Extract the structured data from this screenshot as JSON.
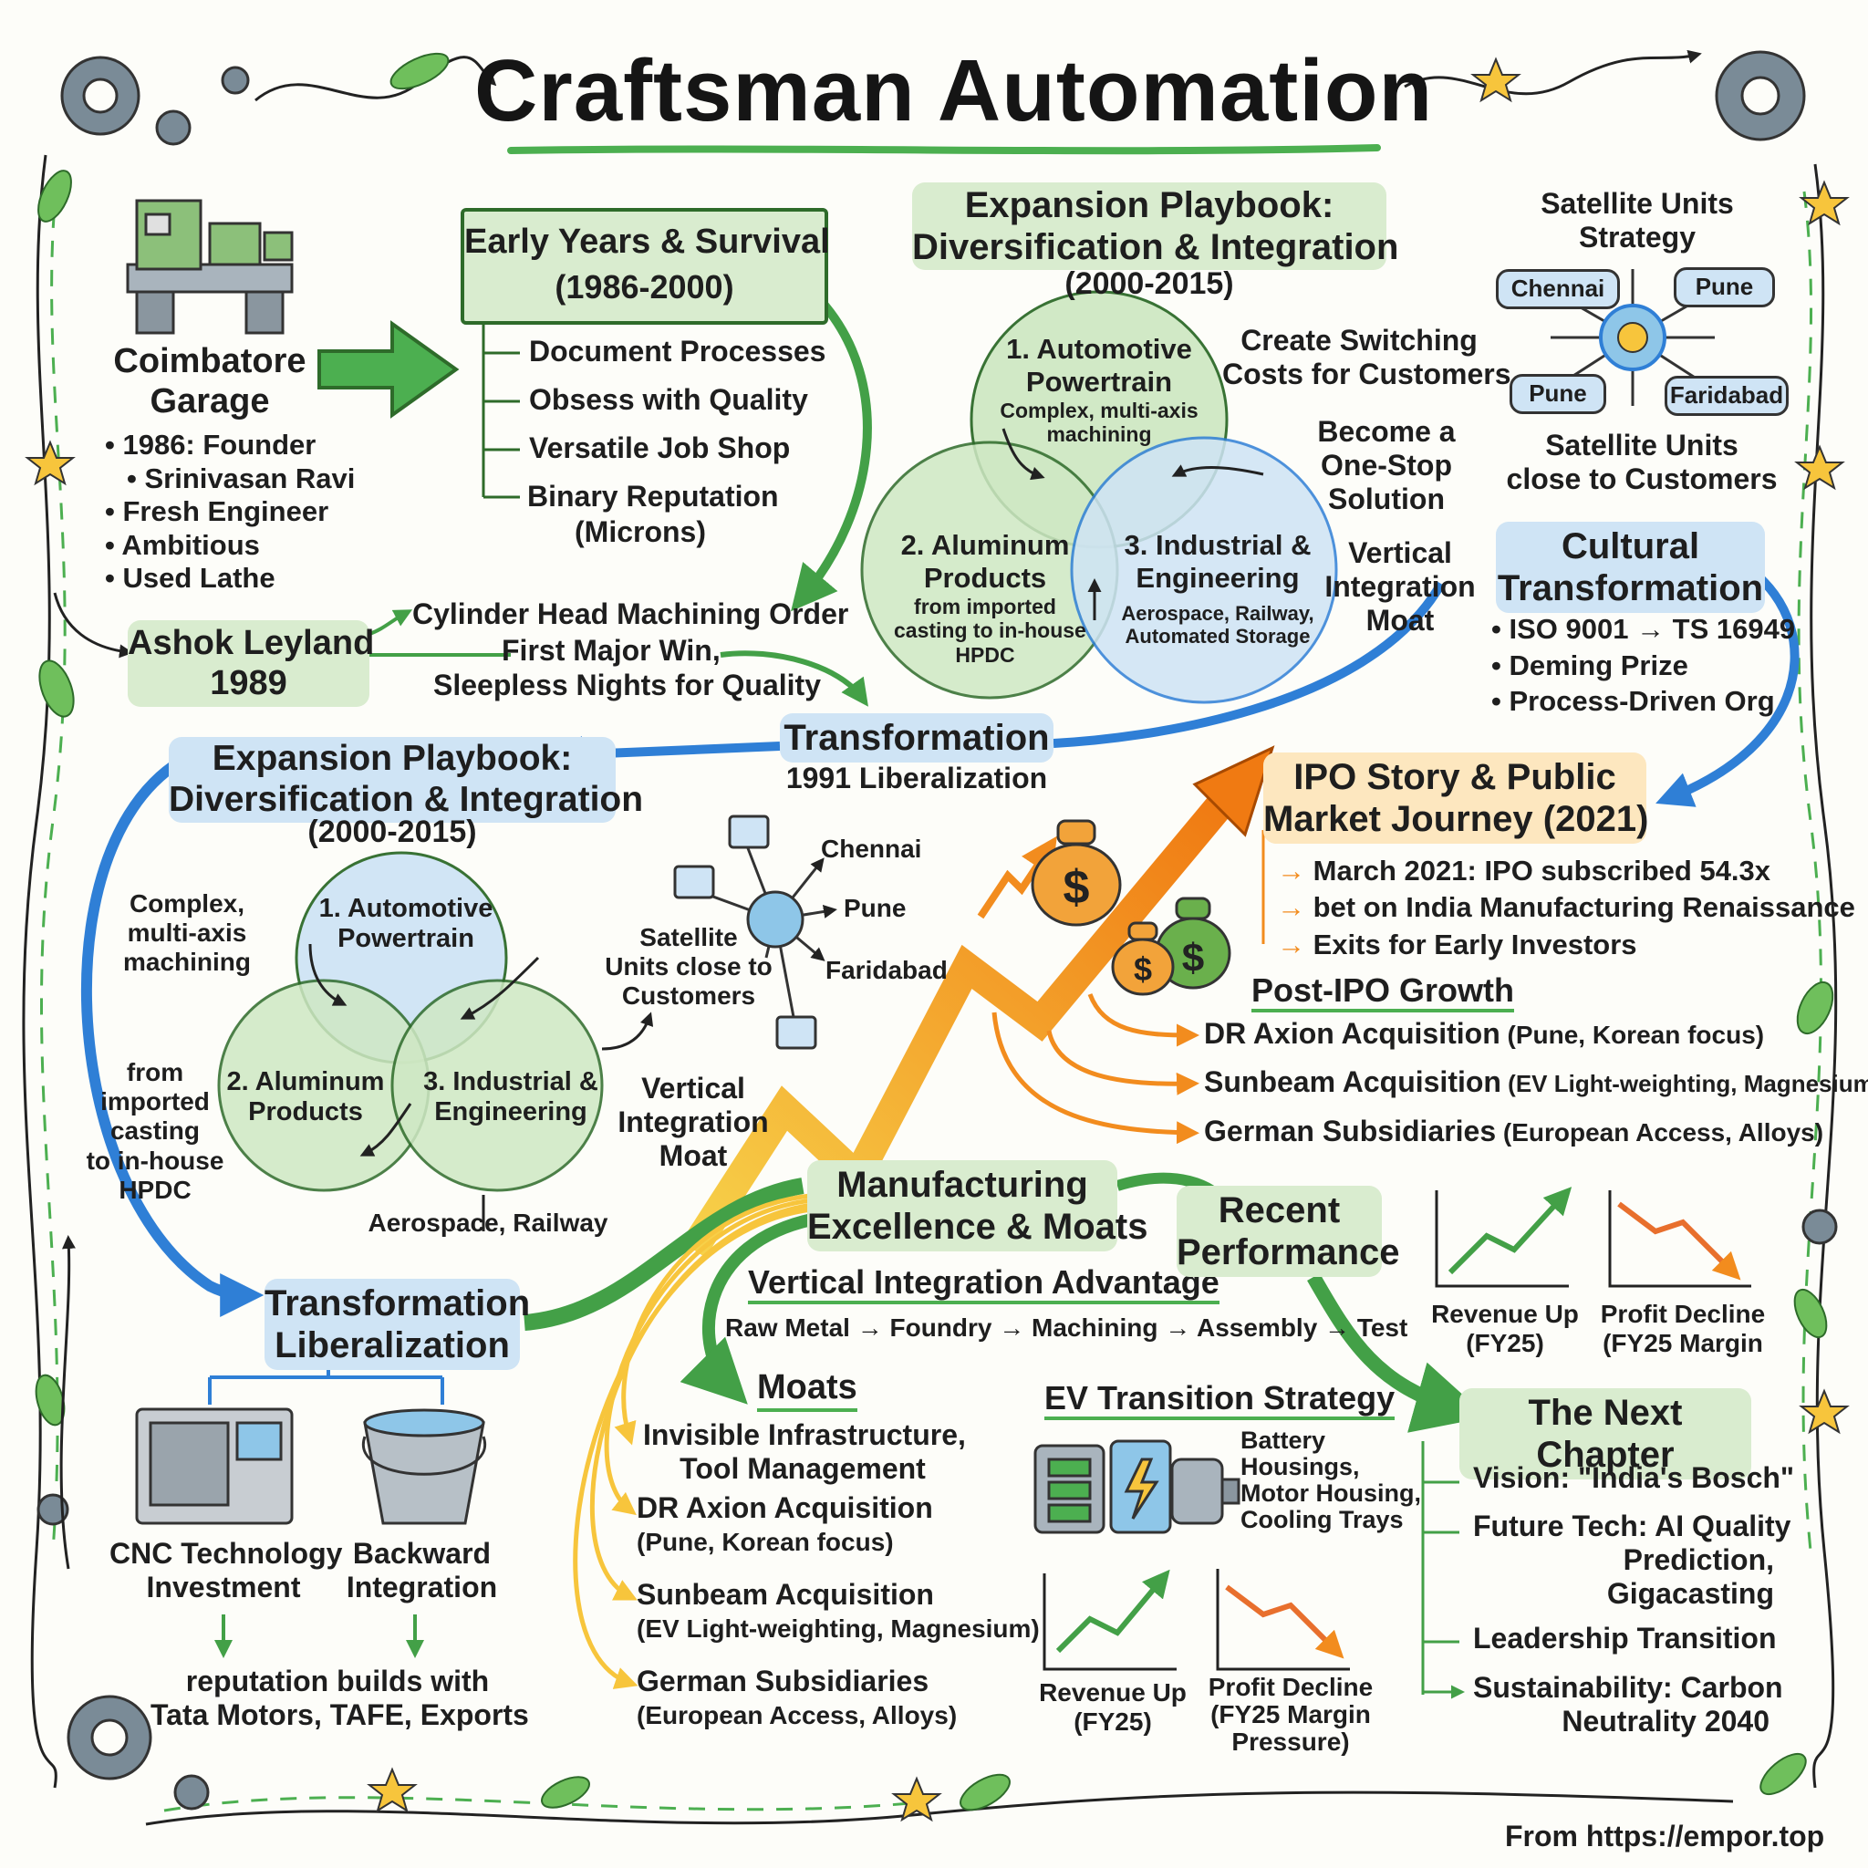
{
  "title": "Craftsman Automation",
  "footer": "From https://empor.top",
  "origin": {
    "heading": "Coimbatore\nGarage",
    "bullets": [
      "1986: Founder",
      "Srinivasan Ravi",
      "Fresh Engineer",
      "Ambitious",
      "Used Lathe"
    ]
  },
  "early_years": {
    "title": "Early Years & Survival",
    "years": "(1986-2000)",
    "items": [
      "Document Processes",
      "Obsess with Quality",
      "Versatile Job Shop",
      "Binary Reputation",
      "(Microns)"
    ]
  },
  "ashok": {
    "label": "Ashok Leyland\n1989",
    "order": "Cylinder Head Machining Order",
    "win": "First Major Win,",
    "nights": "Sleepless Nights for Quality"
  },
  "expansion_top": {
    "title": "Expansion Playbook:\nDiversification & Integration",
    "years": "(2000-2015)",
    "circle1_title": "1. Automotive\nPowertrain",
    "circle1_sub": "Complex, multi-axis\nmachining",
    "circle2_title": "2. Aluminum\nProducts",
    "circle2_sub": "from imported\ncasting to in-house\nHPDC",
    "circle3_title": "3. Industrial &\nEngineering",
    "circle3_sub": "Aerospace, Railway,\nAutomated Storage",
    "switching": "Create Switching\nCosts for Customers",
    "one_stop": "Become a\nOne-Stop\nSolution",
    "moat": "Vertical\nIntegration\nMoat"
  },
  "satellite_top": {
    "title": "Satellite Units\nStrategy",
    "nodes": [
      "Chennai",
      "Pune",
      "Pune",
      "Faridabad"
    ],
    "caption": "Satellite Units\nclose to Customers"
  },
  "cultural": {
    "title": "Cultural\nTransformation",
    "bullets": [
      "ISO 9001 → TS 16949",
      "Deming Prize",
      "Process-Driven Org"
    ]
  },
  "transformation_mid": {
    "title": "Transformation",
    "sub": "1991 Liberalization"
  },
  "expansion_mid": {
    "title": "Expansion Playbook:\nDiversification & Integration",
    "years": "(2000-2015)",
    "circle1": "1. Automotive\nPowertrain",
    "circle2": "2. Aluminum\nProducts",
    "circle3": "3. Industrial &\nEngineering",
    "complex": "Complex,\nmulti-axis\nmachining",
    "from": "from\nimported\ncasting\nto in-house\nHPDC",
    "aero": "Aerospace, Railway",
    "moat": "Vertical\nIntegration\nMoat"
  },
  "satellite_mid": {
    "caption": "Satellite\nUnits close to\nCustomers",
    "chennai": "Chennai",
    "pune": "Pune",
    "faridabad": "Faridabad"
  },
  "ipo": {
    "title": "IPO Story & Public\nMarket Journey (2021)",
    "items": [
      "March 2021: IPO subscribed 54.3x",
      "bet on India Manufacturing Renaissance",
      "Exits for Early Investors"
    ]
  },
  "post_ipo": {
    "title": "Post-IPO Growth",
    "items": [
      {
        "main": "DR Axion Acquisition",
        "sub": " (Pune, Korean focus)"
      },
      {
        "main": "Sunbeam Acquisition",
        "sub": " (EV Light-weighting, Magnesium)"
      },
      {
        "main": "German Subsidiaries",
        "sub": " (European Access, Alloys)"
      }
    ]
  },
  "transformation_low": {
    "title": "Transformation\nLiberalization",
    "cnc": "CNC Technology\nInvestment",
    "backward": "Backward\nIntegration",
    "reputation": "reputation builds with\nTata Motors, TAFE, Exports"
  },
  "manufacturing": {
    "title": "Manufacturing\nExcellence & Moats",
    "vi_title": "Vertical Integration Advantage",
    "chain": "Raw Metal → Foundry → Machining → Assembly → Test"
  },
  "moats": {
    "title": "Moats",
    "items": [
      {
        "main": "Invisible Infrastructure,\nTool Management",
        "sub": ""
      },
      {
        "main": "DR Axion Acquisition",
        "sub": "(Pune, Korean focus)"
      },
      {
        "main": "Sunbeam Acquisition",
        "sub": "(EV Light-weighting, Magnesium)"
      },
      {
        "main": "German Subsidiaries",
        "sub": "(European Access, Alloys)"
      }
    ]
  },
  "ev": {
    "title": "EV Transition Strategy",
    "desc": "Battery\nHousings,\nMotor Housing,\nCooling Trays",
    "rev": "Revenue Up\n(FY25)",
    "profit": "Profit Decline\n(FY25 Margin\nPressure)"
  },
  "recent": {
    "title": "Recent\nPerformance",
    "rev": "Revenue Up\n(FY25)",
    "profit": "Profit Decline\n(FY25 Margin"
  },
  "next": {
    "title": "The Next Chapter",
    "items": [
      "Vision: \"India's Bosch\"",
      "Future Tech: AI Quality\nPrediction,\nGigacasting",
      "Leadership Transition",
      "Sustainability: Carbon\nNeutrality 2040"
    ]
  },
  "colors": {
    "green": "#4caf50",
    "light_green": "#d9eccf",
    "blue": "#2f7fd6",
    "light_blue": "#cfe4f5",
    "orange": "#f28c1e",
    "yellow": "#f7c53c"
  }
}
